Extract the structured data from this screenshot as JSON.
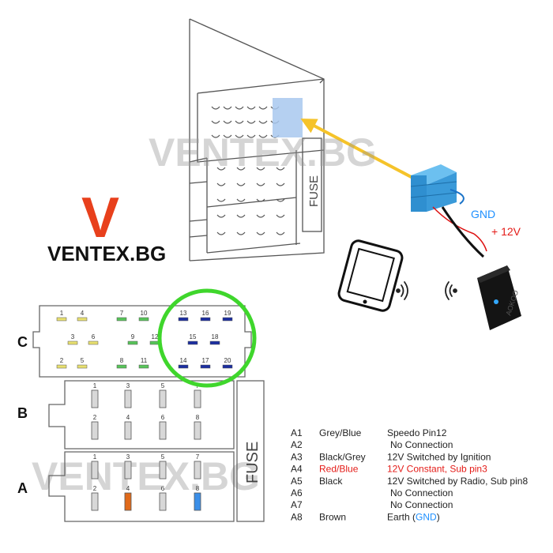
{
  "brand": {
    "letter": "V",
    "name": "VENTEX.BG",
    "watermark": "VENTEX.BG",
    "accent": "#e8401c"
  },
  "head_unit": {
    "fuse_label": "FUSE"
  },
  "module": {
    "gnd_label": "GND",
    "power_label": "+ 12V",
    "device_brand": "AOKOO"
  },
  "connectors": {
    "fuse_label": "FUSE",
    "block_labels": [
      "C",
      "B",
      "A"
    ],
    "c_pins": [
      "1",
      "4",
      "7",
      "10",
      "13",
      "16",
      "19",
      "3",
      "6",
      "9",
      "12",
      "15",
      "18",
      "2",
      "5",
      "8",
      "11",
      "14",
      "17",
      "20"
    ],
    "b_pins": [
      "1",
      "3",
      "5",
      "7",
      "2",
      "4",
      "6",
      "8"
    ],
    "a_pins": [
      "1",
      "3",
      "5",
      "7",
      "2",
      "4",
      "6",
      "8"
    ]
  },
  "pin_table": {
    "rows": [
      {
        "pin": "A1",
        "color": "Grey/Blue",
        "function": "Speedo Pin12",
        "function_suffix": ""
      },
      {
        "pin": "A2",
        "color": "",
        "function": "No Connection",
        "function_suffix": ""
      },
      {
        "pin": "A3",
        "color": "Black/Grey",
        "function": "12V Switched by Ignition",
        "function_suffix": ""
      },
      {
        "pin": "A4",
        "color": "Red/Blue",
        "function": "12V Constant, Sub pin3",
        "function_suffix": ""
      },
      {
        "pin": "A5",
        "color": "Black",
        "function": "12V Switched by Radio, Sub pin8",
        "function_suffix": ""
      },
      {
        "pin": "A6",
        "color": "",
        "function": "No Connection",
        "function_suffix": ""
      },
      {
        "pin": "A7",
        "color": "",
        "function": "No Connection",
        "function_suffix": ""
      },
      {
        "pin": "A8",
        "color": "Brown",
        "function": "Earth (",
        "highlight": "GND",
        "function_suffix": ")"
      }
    ]
  },
  "colors": {
    "highlight_red": "#e41b17",
    "gnd_blue": "#1e90ff",
    "circle_green": "#3fd62c",
    "arrow": "#f5c32a",
    "module_blue": "#3a9ad9"
  }
}
